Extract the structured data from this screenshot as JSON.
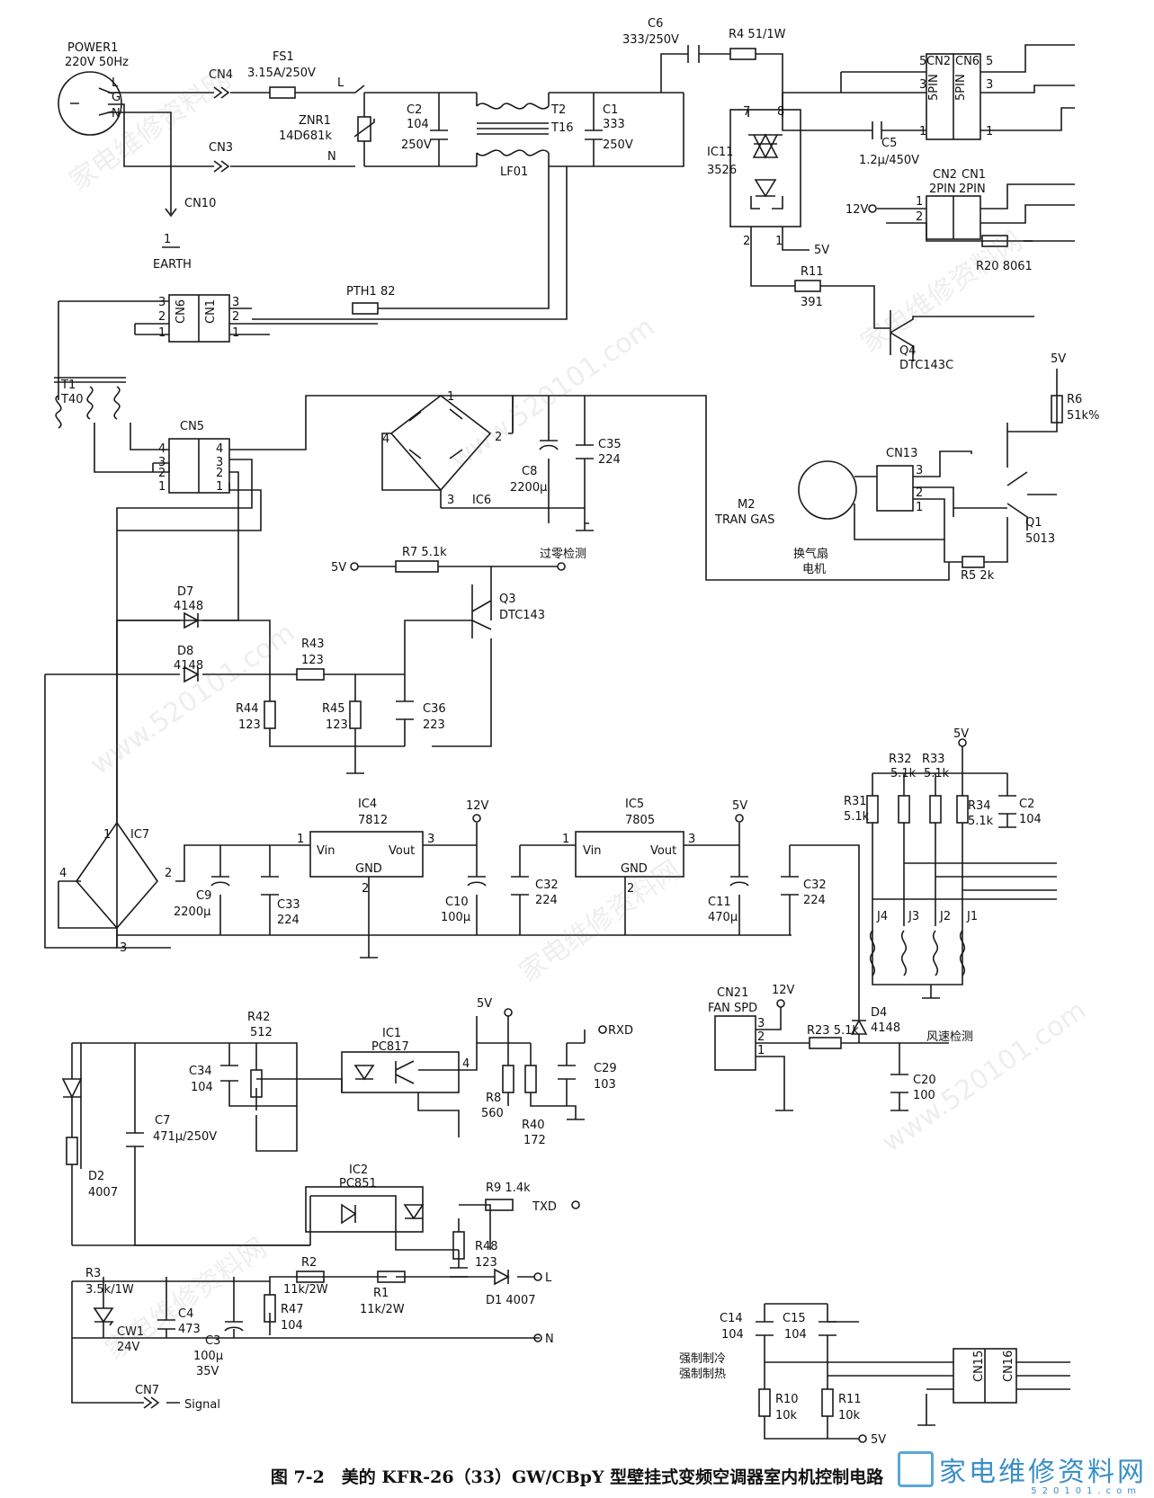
{
  "caption": "图 7-2　美的 KFR-26（33）GW/CBpY 型壁挂式变频空调器室内机控制电路",
  "watermark": "家电维修资料网",
  "watermark_url": "www.520101.com",
  "logo": {
    "text": "家电维修资料网",
    "sub": "520101.com"
  },
  "labels": {
    "power1": "POWER1",
    "power1_spec": "220V 50Hz",
    "pin_l": "L",
    "pin_g": "G",
    "pin_n": "N",
    "cn4": "CN4",
    "cn3": "CN3",
    "cn10": "CN10",
    "cn10_pin": "1",
    "earth": "EARTH",
    "fs1": "FS1",
    "fs1_val": "3.15A/250V",
    "line_l": "L",
    "line_n": "N",
    "znr1": "ZNR1",
    "znr1_val": "14D681k",
    "c2": "C2",
    "c2_v1": "104",
    "c2_v2": "250V",
    "lf01": "LF01",
    "t2": "T2",
    "t16": "T16",
    "c1": "C1",
    "c1_v1": "333",
    "c1_v2": "250V",
    "c6": "C6",
    "c6_val": "333/250V",
    "r4": "R4 51/1W",
    "ic11": "IC11",
    "ic11_val": "3526",
    "ic11_p7": "7",
    "ic11_p8": "8",
    "ic11_p2": "2",
    "ic11_p1": "1",
    "c5": "C5",
    "c5_val": "1.2μ/450V",
    "cn2": "CN2",
    "cn6": "CN6",
    "spin": "5PIN",
    "pin5": "5",
    "pin3": "3",
    "pin1": "1",
    "cn2b": "CN2",
    "cn1b": "CN1",
    "pin2a": "2PIN",
    "pin2b": "2PIN",
    "v12": "12V",
    "v5": "5V",
    "pin_1": "1",
    "pin_2": "2",
    "r20": "R20 8061",
    "r11": "R11",
    "r11_val": "391",
    "q4": "Q4",
    "q4_val": "DTC143C",
    "pth1": "PTH1 82",
    "cn6b": "CN6",
    "cn1c": "CN1",
    "t1": "T1",
    "t40": "T40",
    "cn5": "CN5",
    "pin4": "4",
    "ic6": "IC6",
    "b1": "1",
    "b2": "2",
    "b3": "3",
    "b4": "4",
    "c8": "C8",
    "c8_val": "2200μ",
    "c35": "C35",
    "c35_val": "224",
    "m2": "M2",
    "m2_val": "TRAN GAS",
    "fan_motor_1": "换气扇",
    "fan_motor_2": "电机",
    "cn13": "CN13",
    "r6": "R6",
    "r6_val": "51k%",
    "q1": "Q1",
    "q1_val": "5013",
    "r5": "R5 2k",
    "r7": "R7 5.1k",
    "zero_detect": "过零检测",
    "q3": "Q3",
    "q3_val": "DTC143",
    "d7": "D7",
    "d7_val": "4148",
    "d8": "D8",
    "d8_val": "4148",
    "r43": "R43",
    "r43_val": "123",
    "r44": "R44",
    "r44_val": "123",
    "r45": "R45",
    "r45_val": "123",
    "c36": "C36",
    "c36_val": "223",
    "ic7": "IC7",
    "ic4": "IC4",
    "ic4_val": "7812",
    "ic5": "IC5",
    "ic5_val": "7805",
    "vin": "Vin",
    "vout": "Vout",
    "gnd": "GND",
    "c9": "C9",
    "c9_val": "2200μ",
    "c33": "C33",
    "c33_val": "224",
    "c10": "C10",
    "c10_val": "100μ",
    "c32": "C32",
    "c32_val": "224",
    "c11": "C11",
    "c11_val": "470μ",
    "c32b": "C32",
    "c32b_val": "224",
    "r31": "R31",
    "r31_val": "5.1k",
    "r32": "R32",
    "r32_val": "5.1k",
    "r33": "R33",
    "r33_val": "5.1k",
    "r34": "R34",
    "r34_val": "5.1k",
    "c2b": "C2",
    "c2b_val": "104",
    "j4": "J4",
    "j3": "J3",
    "j2": "J2",
    "j1": "J1",
    "cn21": "CN21",
    "fan_spd": "FAN SPD",
    "r23": "R23 5.1k",
    "d4": "D4",
    "d4_val": "4148",
    "fan_detect": "风速检测",
    "c20": "C20",
    "c20_val": "100",
    "r42": "R42",
    "r42_val": "512",
    "c34": "C34",
    "c34_val": "104",
    "ic1": "IC1",
    "ic1_val": "PC817",
    "rxd": "RXD",
    "c29": "C29",
    "c29_val": "103",
    "r8": "R8",
    "r8_val": "560",
    "r40": "R40",
    "r40_val": "172",
    "c7": "C7",
    "c7_val": "471μ/250V",
    "d2": "D2",
    "d2_val": "4007",
    "ic2": "IC2",
    "ic2_val": "PC851",
    "r9": "R9 1.4k",
    "txd": "TXD",
    "r48": "R48",
    "r48_val": "123",
    "r3": "R3",
    "r3_val": "3.5k/1W",
    "cw1": "CW1",
    "cw1_val": "24V",
    "c4": "C4",
    "c4_val": "473",
    "c3": "C3",
    "c3_v1": "100μ",
    "c3_v2": "35V",
    "r2": "R2",
    "r2_val": "11k/2W",
    "r1": "R1",
    "r1_val": "11k/2W",
    "r47": "R47",
    "r47_val": "104",
    "d1": "D1 4007",
    "term_l": "L",
    "term_n": "N",
    "cn7": "CN7",
    "signal": "Signal",
    "c14": "C14",
    "c14_val": "104",
    "c15": "C15",
    "c15_val": "104",
    "force_cool": "强制制冷",
    "force_heat": "强制制热",
    "r10": "R10",
    "r10_val": "10k",
    "r11b": "R11",
    "r11b_val": "10k",
    "cn15": "CN15",
    "cn16": "CN16"
  }
}
